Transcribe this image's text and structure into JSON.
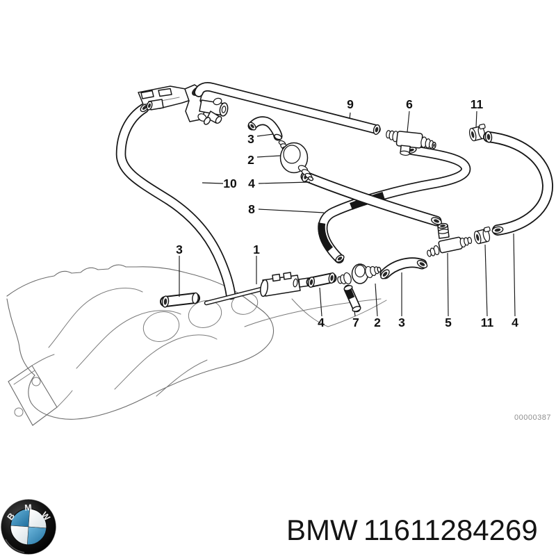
{
  "diagram": {
    "watermark": "00000387",
    "callouts": [
      {
        "label": "9"
      },
      {
        "label": "6"
      },
      {
        "label": "11"
      },
      {
        "label": "3"
      },
      {
        "label": "2"
      },
      {
        "label": "10"
      },
      {
        "label": "4"
      },
      {
        "label": "8"
      },
      {
        "label": "3"
      },
      {
        "label": "1"
      },
      {
        "label": "4"
      },
      {
        "label": "7"
      },
      {
        "label": "2"
      },
      {
        "label": "3"
      },
      {
        "label": "5"
      },
      {
        "label": "11"
      },
      {
        "label": "4"
      }
    ]
  },
  "footer": {
    "brand": "BMW",
    "part_number": "11611284269",
    "logo_text": "BMW"
  },
  "colors": {
    "line": "#161616",
    "sketch_gray": "#6b6b6b",
    "watermark_gray": "#8e8e8e",
    "bmw_blue": "#2f86b4"
  }
}
